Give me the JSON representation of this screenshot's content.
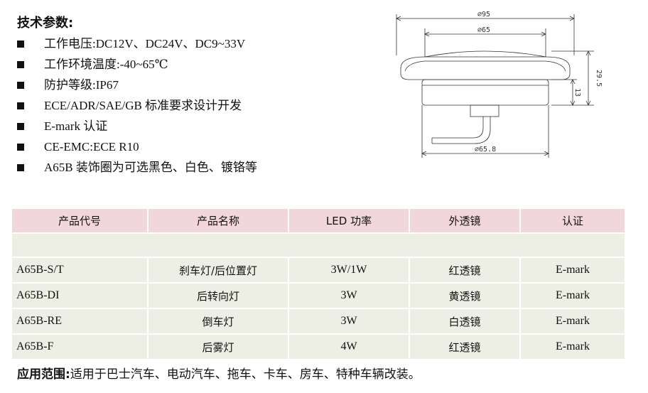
{
  "specs": {
    "title": "技术参数:",
    "items": [
      "工作电压:DC12V、DC24V、DC9~33V",
      "工作环境温度:-40~65℃",
      "防护等级:IP67",
      "ECE/ADR/SAE/GB  标准要求设计开发",
      "E-mark  认证",
      "CE-EMC:ECE R10",
      "A65B 装饰圈为可选黑色、白色、镀铬等"
    ]
  },
  "drawing": {
    "dim_outer": "⌀95",
    "dim_inner": "⌀65",
    "dim_bottom": "⌀65.8",
    "dim_height": "29.5",
    "dim_depth": "13"
  },
  "table": {
    "headers": [
      "产品代号",
      "产品名称",
      "LED 功率",
      "外透镜",
      "认证"
    ],
    "rows": [
      [
        "A65B-S/T",
        "刹车灯/后位置灯",
        "3W/1W",
        "红透镜",
        "E-mark"
      ],
      [
        "A65B-DI",
        "后转向灯",
        "3W",
        "黄透镜",
        "E-mark"
      ],
      [
        "A65B-RE",
        "倒车灯",
        "3W",
        "白透镜",
        "E-mark"
      ],
      [
        "A65B-F",
        "后雾灯",
        "4W",
        "红透镜",
        "E-mark"
      ]
    ]
  },
  "application": {
    "label": "应用范围:",
    "text": "适用于巴士汽车、电动汽车、拖车、卡车、房车、特种车辆改装。"
  }
}
